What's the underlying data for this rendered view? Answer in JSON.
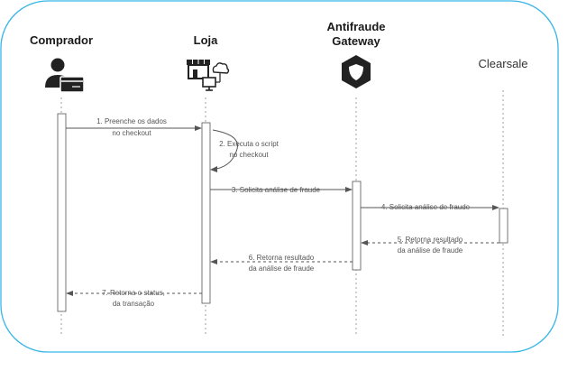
{
  "actors": {
    "comprador": {
      "name": "Comprador",
      "icon": "buyer-with-card-icon"
    },
    "loja": {
      "name": "Loja",
      "icon": "store-with-computer-cloud-icon"
    },
    "antifraude": {
      "name_line1": "Antifraude",
      "name_line2": "Gateway",
      "icon": "shield-icon"
    },
    "clearsale": {
      "name": "Clearsale"
    }
  },
  "messages": {
    "m1": {
      "line1": "1. Preenche os dados",
      "line2": "no checkout"
    },
    "m2": {
      "line1": "2. Executa o script",
      "line2": "no checkout"
    },
    "m3": {
      "line1": "3. Solicita análise de fraude"
    },
    "m4": {
      "line1": "4. Solicita análise de fraude"
    },
    "m5": {
      "line1": "5. Retorna resultado",
      "line2": "da análise de fraude"
    },
    "m6": {
      "line1": "6. Retorna resultado",
      "line2": "da análise de fraude"
    },
    "m7": {
      "line1": "7. Retorna o status,",
      "line2": "da transação"
    }
  },
  "colors": {
    "frame_border": "#35b6e6",
    "icon_dark": "#222222",
    "line": "#555555"
  }
}
